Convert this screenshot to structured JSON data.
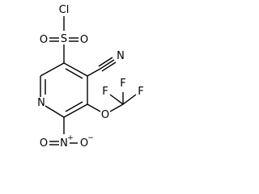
{
  "molecule": {
    "atoms": {
      "cl": "Cl",
      "s": "S",
      "o_s_left": "O",
      "o_s_right": "O",
      "n_nitrile": "N",
      "n_ring": "N",
      "o_ether": "O",
      "f_left": "F",
      "f_top": "F",
      "f_right": "F",
      "n_nitro": "N",
      "n_nitro_charge": "+",
      "o_nitro_left": "O",
      "o_nitro_right": "O",
      "o_nitro_charge": "−"
    }
  }
}
